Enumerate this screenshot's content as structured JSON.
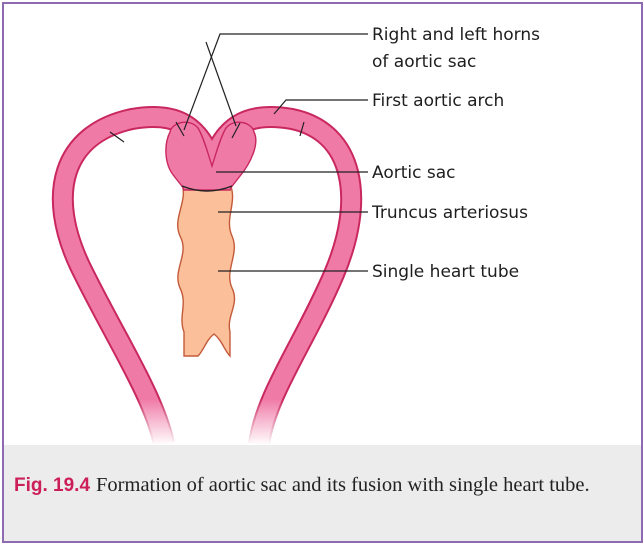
{
  "labels": {
    "horns_line1": "Right and left horns",
    "horns_line2": "of aortic sac",
    "first_arch": "First aortic arch",
    "aortic_sac": "Aortic sac",
    "truncus": "Truncus arteriosus",
    "heart_tube": "Single heart tube"
  },
  "caption": {
    "figure_number": "Fig. 19.4",
    "text": "Formation of aortic sac and its fusion with single heart tube."
  },
  "colors": {
    "frame_border": "#8e6bb0",
    "caption_background": "#ececec",
    "figure_number": "#cc1f5a",
    "arch_fill": "#f07aa6",
    "arch_outline": "#c9285f",
    "heart_tube_fill": "#fbbf99",
    "heart_tube_outline": "#c45a3a"
  }
}
